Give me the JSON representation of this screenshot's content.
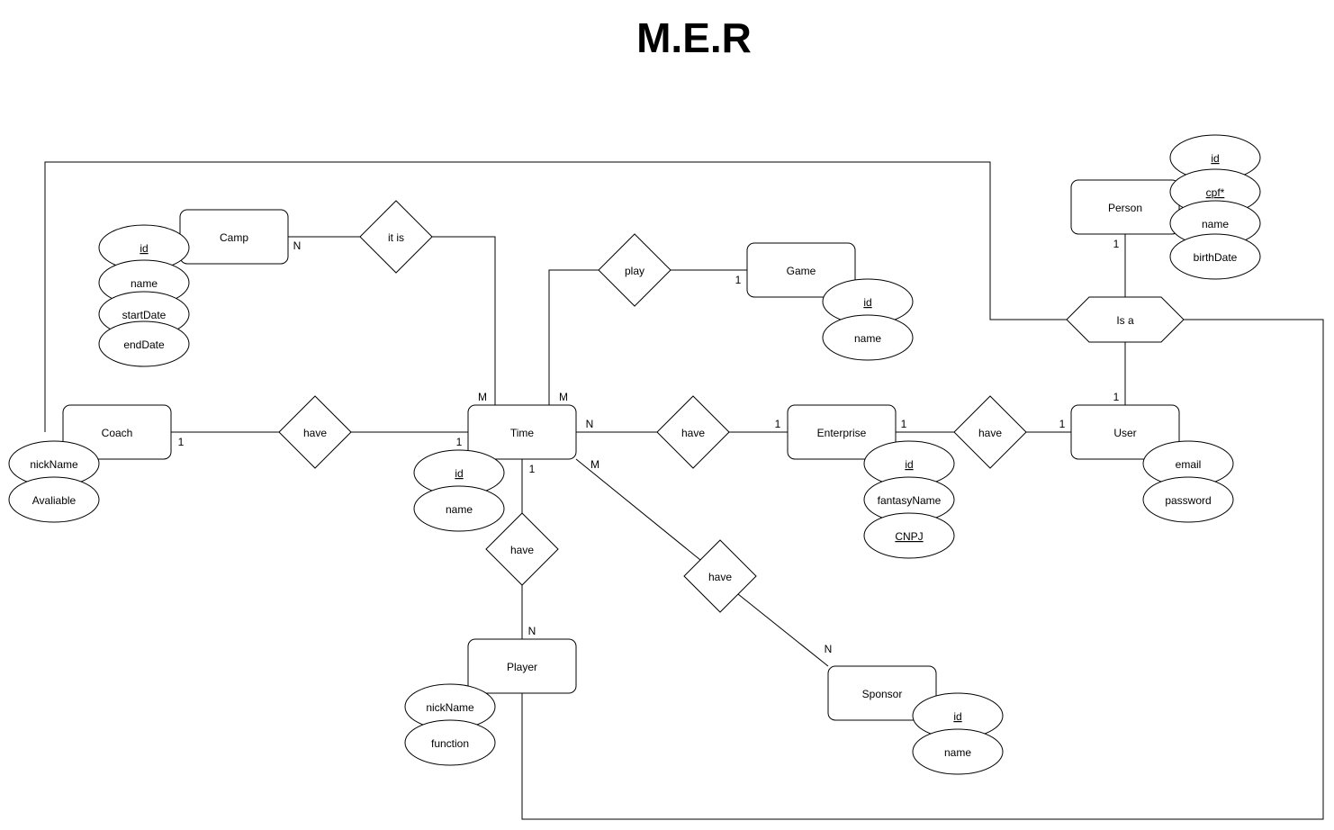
{
  "title": "M.E.R",
  "entities": {
    "person": "Person",
    "camp": "Camp",
    "game": "Game",
    "coach": "Coach",
    "time": "Time",
    "enterprise": "Enterprise",
    "user": "User",
    "player": "Player",
    "sponsor": "Sponsor"
  },
  "relationships": {
    "it_is": "it is",
    "play": "play",
    "is_a": "Is a",
    "coach_have": "have",
    "enterprise_have": "have",
    "user_have": "have",
    "player_have": "have",
    "sponsor_have": "have"
  },
  "attributes": {
    "person": [
      {
        "text": "id",
        "key": true
      },
      {
        "text": "cpf*",
        "key": true
      },
      {
        "text": "name",
        "key": false
      },
      {
        "text": "birthDate",
        "key": false
      }
    ],
    "camp": [
      {
        "text": "id",
        "key": true
      },
      {
        "text": "name",
        "key": false
      },
      {
        "text": "startDate",
        "key": false
      },
      {
        "text": "endDate",
        "key": false
      }
    ],
    "game": [
      {
        "text": "id",
        "key": true
      },
      {
        "text": "name",
        "key": false
      }
    ],
    "coach": [
      {
        "text": "nickName",
        "key": false
      },
      {
        "text": "Avaliable",
        "key": false
      }
    ],
    "time": [
      {
        "text": "id",
        "key": true
      },
      {
        "text": "name",
        "key": false
      }
    ],
    "enterprise": [
      {
        "text": "id",
        "key": true
      },
      {
        "text": "fantasyName",
        "key": false
      },
      {
        "text": "CNPJ",
        "key": true
      }
    ],
    "user": [
      {
        "text": "email",
        "key": false
      },
      {
        "text": "password",
        "key": false
      }
    ],
    "player": [
      {
        "text": "nickName",
        "key": false
      },
      {
        "text": "function",
        "key": false
      }
    ],
    "sponsor": [
      {
        "text": "id",
        "key": true
      },
      {
        "text": "name",
        "key": false
      }
    ]
  },
  "cardinalities": {
    "camp_itis": "N",
    "time_itis": "M",
    "time_play": "M",
    "game_play": "1",
    "person_isa": "1",
    "user_isa": "1",
    "coach_have": "1",
    "time_coach": "1",
    "time_enterprise": "N",
    "enterprise_time": "1",
    "enterprise_user": "1",
    "user_enterprise": "1",
    "time_player": "1",
    "player_time": "N",
    "time_sponsor": "M",
    "sponsor_time": "N"
  }
}
